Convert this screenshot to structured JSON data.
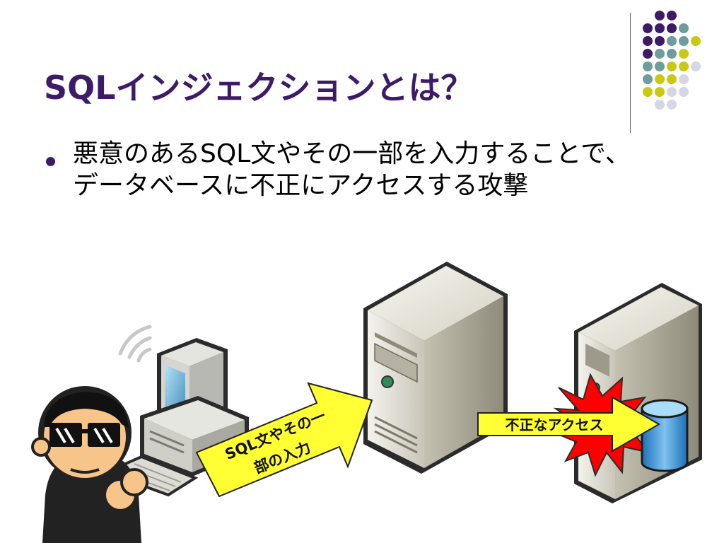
{
  "slide": {
    "title": "SQLインジェクションとは？",
    "bullet_line1": "悪意のあるSQL文やその一部を入力することで、",
    "bullet_line2": "データベースに不正にアクセスする攻撃"
  },
  "illustration": {
    "arrow1_line1": "SQL文やその一",
    "arrow1_line2": "部の入力",
    "arrow2_label": "不正なアクセス"
  },
  "colors": {
    "title": "#3d1b66",
    "dot_purple": "#3d1b66",
    "dot_teal": "#6e9e9c",
    "dot_lime": "#c9c913",
    "dot_lavender": "#d6d6e6",
    "arrow_fill": "#ffff33",
    "burst": "#ff0000"
  },
  "icons": [
    "hacker-icon",
    "computer-icon",
    "server-icon",
    "database-icon",
    "burst-icon",
    "arrow-icon"
  ]
}
